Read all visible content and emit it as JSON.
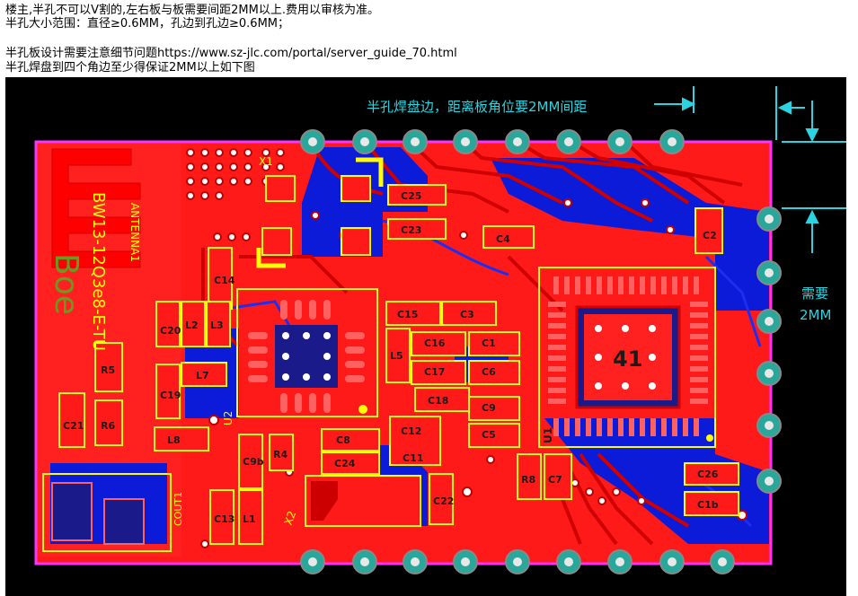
{
  "notes": {
    "line1": "楼主,半孔不可以V割的,左右板与板需要间距2MM以上.费用以审核为准。",
    "line2": "半孔大小范围：直径≥0.6MM，孔边到孔边≥0.6MM；",
    "line3": "半孔板设计需要注意细节问题https://www.sz-jlc.com/portal/server_guide_70.html",
    "line4": "半孔焊盘到四个角边至少得保证2MM以上如下图"
  },
  "annotations": {
    "top_label": "半孔焊盘边，距离板角位要2MM间距",
    "side_label_1": "需要",
    "side_label_2": "2MM"
  },
  "silkscreen": {
    "antenna": "ANTENNA1",
    "module": "BW13-12Q3e8-E-TU",
    "logo": "Boe",
    "u1_center": "41",
    "x1": "X1",
    "x2": "X2",
    "u1": "U1",
    "u2": "U2",
    "cout": "COUT1",
    "parts": [
      "C25",
      "C23",
      "C4",
      "C2",
      "C14",
      "C15",
      "C3",
      "C20",
      "L2",
      "L3",
      "C16",
      "C1",
      "L5",
      "C17",
      "C6",
      "C19",
      "L7",
      "C18",
      "C9",
      "C21",
      "R5",
      "R6",
      "L8",
      "C12",
      "C8",
      "C5",
      "C24",
      "C11",
      "C9b",
      "R4",
      "R8",
      "C7",
      "C26",
      "C13",
      "L1",
      "C22",
      "C1b"
    ]
  },
  "colors": {
    "board": "#ff1a1a",
    "copper_bottom": "#0b1bd8",
    "pad": "#2aa79b",
    "silk": "#ffff00",
    "outline": "#ff33ff",
    "annotation": "#2ad4e0"
  }
}
